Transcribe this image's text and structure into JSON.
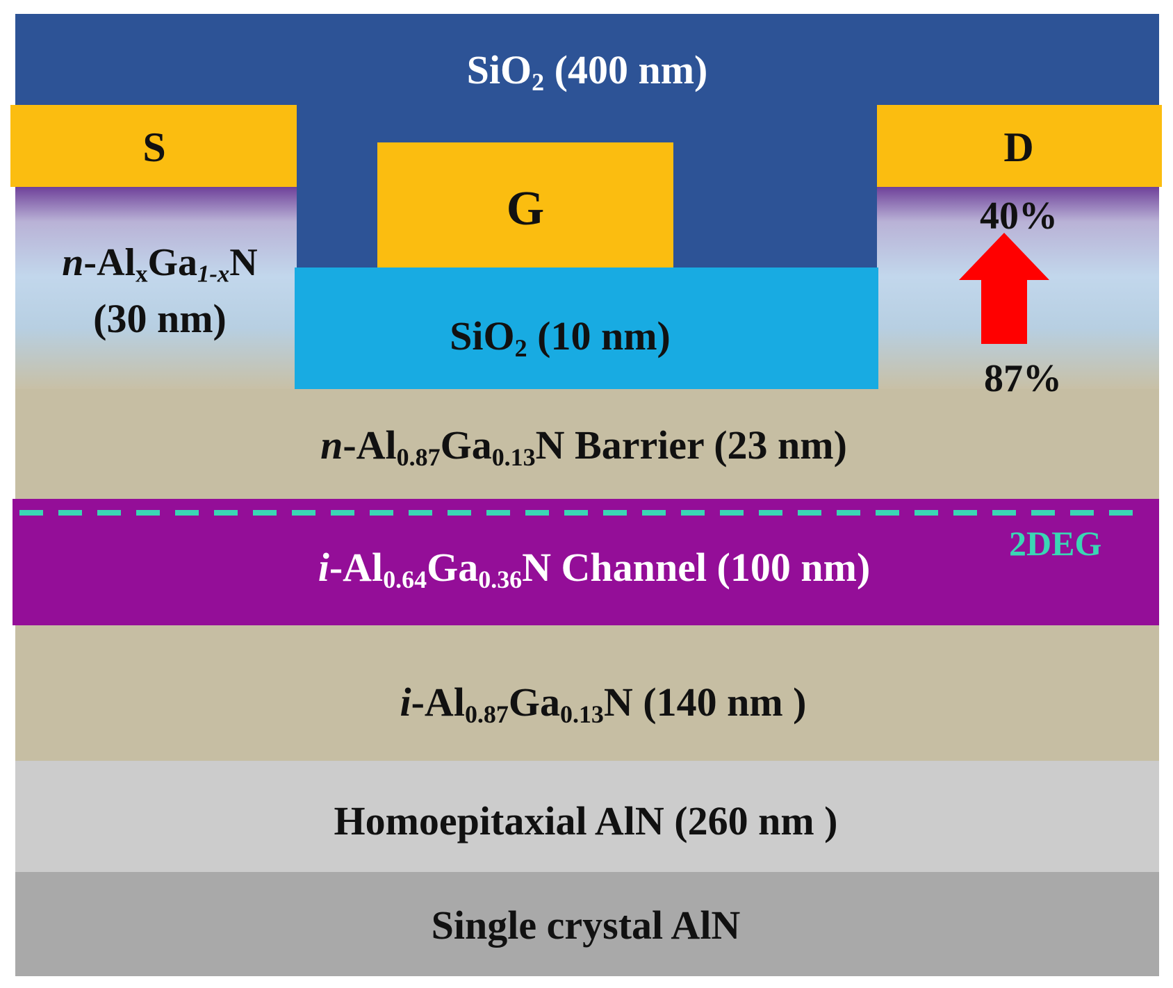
{
  "layers": {
    "sio2_thick": {
      "prefix": "SiO",
      "sub": "2",
      "suffix": " (400 nm)"
    },
    "source": "S",
    "drain": "D",
    "gate": "G",
    "graded_algan": {
      "italic": "n",
      "a": "-Al",
      "sub1": "x",
      "b": "Ga",
      "sub2": "1-x",
      "c": "N",
      "thickness": "(30 nm)"
    },
    "sio2_thin": {
      "prefix": "SiO",
      "sub": "2",
      "suffix": " (10 nm)"
    },
    "barrier": {
      "italic": "n",
      "a": "-Al",
      "sub1": "0.87",
      "b": "Ga",
      "sub2": "0.13",
      "c": "N Barrier (23 nm)"
    },
    "channel": {
      "italic": "i",
      "a": "-Al",
      "sub1": "0.64",
      "b": "Ga",
      "sub2": "0.36",
      "c": "N Channel (100 nm)"
    },
    "buffer": {
      "italic": "i",
      "a": "-Al",
      "sub1": "0.87",
      "b": "Ga",
      "sub2": "0.13",
      "c": "N (140 nm )"
    },
    "homoepitaxial": "Homoepitaxial AlN (260 nm )",
    "substrate": "Single crystal AlN"
  },
  "grading": {
    "top_percent": "40%",
    "bottom_percent": "87%"
  },
  "twodeg": "2DEG",
  "colors": {
    "sio2_thick": "#2d5396",
    "sio2_thin": "#18abe2",
    "metal": "#fbbd10",
    "barrier": "#c6bea3",
    "channel": "#940e98",
    "homoepitaxial": "#cccccc",
    "substrate": "#a9a9a9",
    "twodeg": "#3ad6b4",
    "arrow": "#ff0000"
  }
}
